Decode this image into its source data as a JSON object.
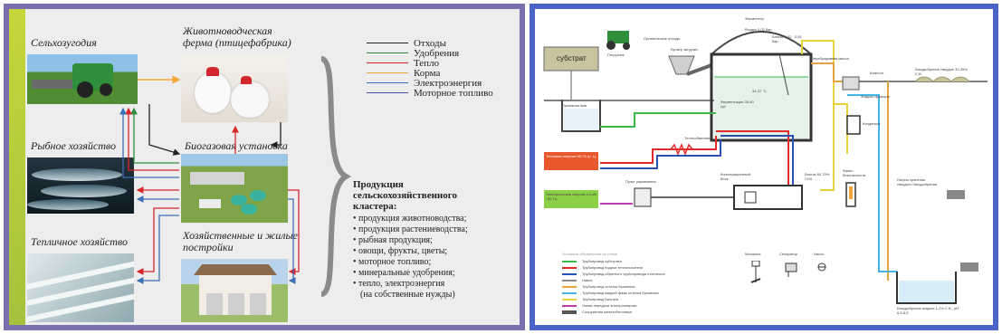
{
  "left": {
    "labels": {
      "agri": "Сельхозугодия",
      "farm": "Животноводческая ферма (птицефабрика)",
      "fish": "Рыбное хозяйство",
      "biogas": "Биогазовая установка",
      "greenhouse": "Тепличное хозяйство",
      "houses": "Хозяйственные и жилые постройки"
    },
    "legend": [
      {
        "label": "Отходы",
        "color": "#222222"
      },
      {
        "label": "Удобрения",
        "color": "#2e8b3a"
      },
      {
        "label": "Тепло",
        "color": "#d8262b"
      },
      {
        "label": "Корма",
        "color": "#f2a33a"
      },
      {
        "label": "Электроэнергия",
        "color": "#3b6fb6"
      },
      {
        "label": "Моторное топливо",
        "color": "#3e55a6"
      }
    ],
    "products": {
      "title": "Продукция сельскохозяйственного кластера:",
      "items": [
        "продукция животноводства;",
        "продукция растениеводства;",
        "рыбная продукция;",
        "овощи, фрукты, цветы;",
        "моторное топливо;",
        "минеральные удобрения;",
        "тепло, электроэнергия",
        "(на собственные нужды)"
      ]
    }
  },
  "right": {
    "substrate": "субстрат",
    "top_labels": {
      "loading": "Погрузчик",
      "organic": "Органические отходы",
      "bunker": "Бункер загрузки",
      "fermenter": "Ферментер",
      "pressure": "Воздух 0,02 бар",
      "biogas_top": "Биогаз 0,02...0,05 бар",
      "overflow": "Перебродивная масса",
      "compost": "Компост",
      "solid_fert": "Биоудобрение твердое 30-35% С.В.",
      "receiving": "Приемная яма",
      "ferm_temp": "Ферментация 35-40 сут",
      "temp": "34-37 °С",
      "liquid_frac": "Жидкая фракция",
      "condensate": "Конденсат",
      "heat_exch": "Теплообменник",
      "flare": "Факел безопасности",
      "biogas_ch4": "Биогаз 60-70% СН4",
      "heat_energy": "Тепловая энергия 90-75 гр. Ц.",
      "control": "Пульт управления",
      "cogen": "Когенерационный блок",
      "electric": "Электрическая энергия 0,4 кВ / 50 Гц",
      "liquid_storage": "Лагуна хранения твердого биоудобрения",
      "liquid_fert": "Биоудобрение жидкое 1-2% С.В., pH 6,5-8,5"
    },
    "legend_title": "Условные обозначения на схеме",
    "legend": [
      {
        "label": "Трубопровод субстрата",
        "color": "#3cb54a"
      },
      {
        "label": "Трубопровод подачи теплоносителя",
        "color": "#e32a2a"
      },
      {
        "label": "Трубопровод обратного трубопровода отопления",
        "color": "#2a4fb3"
      },
      {
        "label": "Навоз",
        "color": "#8a8a8a"
      },
      {
        "label": "Трубопровод остатка брожения",
        "color": "#e6a33b"
      },
      {
        "label": "Трубопровод жидкой фазы остатка брожения",
        "color": "#45b6e6"
      },
      {
        "label": "Трубопровод Биогаза",
        "color": "#e9d23a"
      },
      {
        "label": "Линия передачи электроэнергии",
        "color": "#c03ab0"
      },
      {
        "label": "Сооружения железобетонные",
        "color": "#555555"
      }
    ],
    "symbols": {
      "mixer": "Мешалка",
      "separator": "Сепаратор",
      "pump": "Насос"
    }
  }
}
